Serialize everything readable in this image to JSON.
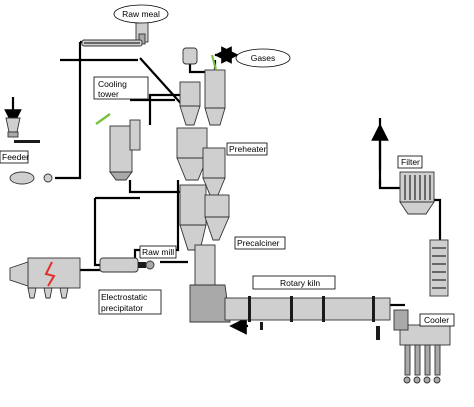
{
  "labels": {
    "raw_meal": "Raw meal",
    "gases": "Gases",
    "cooling_tower": "Cooling\ntower",
    "feeder": "Feeder",
    "preheater": "Preheater",
    "precalciner": "Precalciner",
    "raw_mill": "Raw mill",
    "rotary_kiln": "Rotary kiln",
    "electrostatic_precipitator": "Electrostatic\nprecipitator",
    "filter": "Filter",
    "cooler": "Cooler"
  },
  "colors": {
    "equipment_fill": "#cfcfcf",
    "equipment_dark": "#a9a9a9",
    "flow_line": "#000000",
    "accent_green": "#7ac143",
    "accent_red": "#e0302a",
    "background": "#ffffff"
  }
}
